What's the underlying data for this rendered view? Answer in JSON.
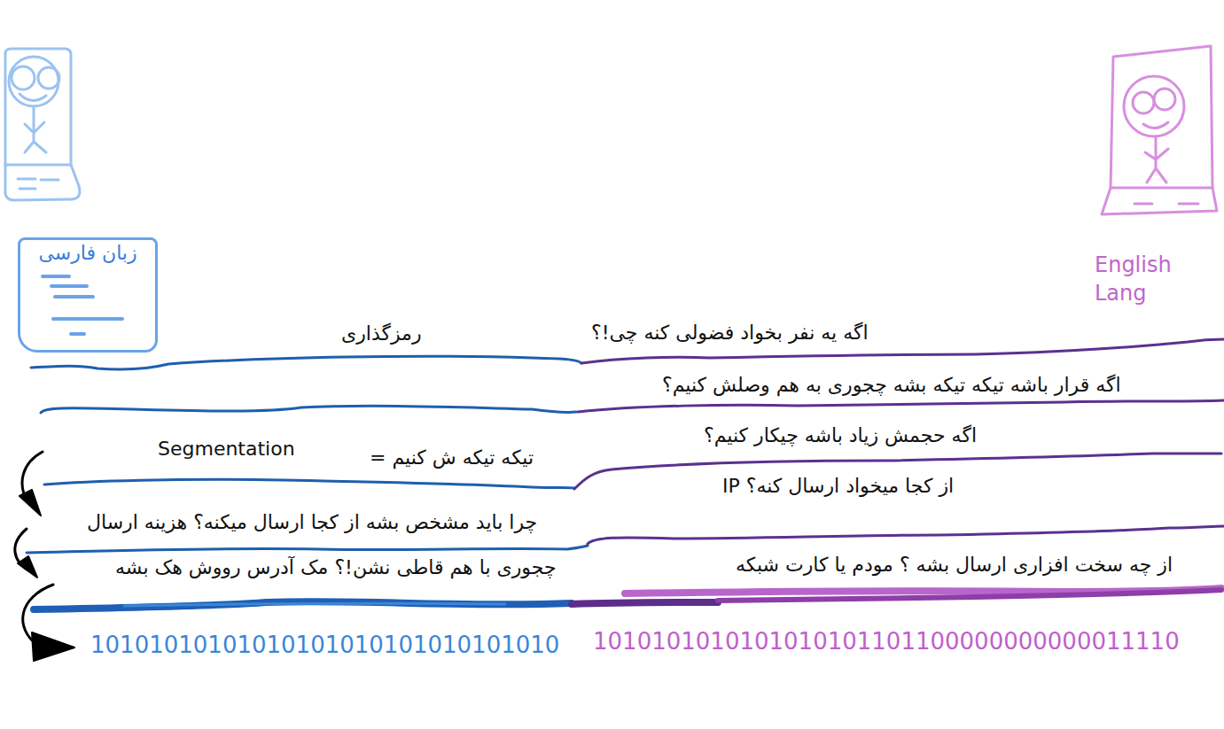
{
  "diagram": {
    "nodes": [
      {
        "text": [
          "زبان فارسی"
        ]
      }
    ],
    "labels": [
      "English Lang",
      "رمزگذاری",
      "اگه یه نفر بخواد فضولی کنه چی!؟",
      "اگه قرار باشه تیکه تیکه بشه چجوری به هم وصلش کنیم؟",
      "اگه حجمش زیاد باشه چیکار کنیم؟",
      "Segmentation",
      "تیکه تیکه ش کنیم =",
      "از کجا میخواد ارسال کنه؟ IP",
      "چرا باید مشخص بشه از کجا ارسال میکنه؟ هزینه ارسال",
      "از چه سخت افزاری ارسال بشه ؟ مودم یا کارت شبکه",
      "چجوری با هم قاطی نشن!؟ مک آدرس رووش هک بشه",
      "10101010101010101010101010101010",
      "1010101010101010101101100000000000011110"
    ]
  }
}
